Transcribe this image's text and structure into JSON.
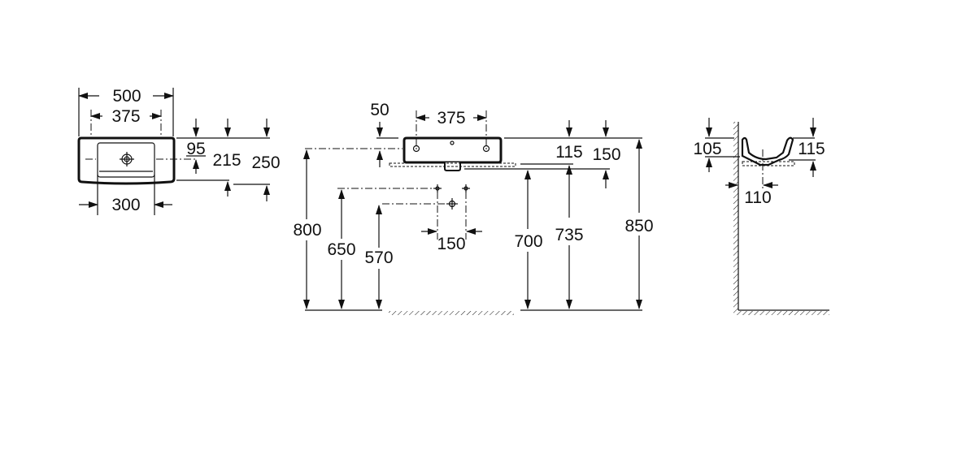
{
  "top_view": {
    "width_total": "500",
    "hole_spacing": "375",
    "basin_width": "300",
    "depth_drain": "95",
    "depth_basin": "215",
    "depth_total": "250"
  },
  "front_view": {
    "top_offset": "50",
    "hole_spacing": "375",
    "height_115": "115",
    "height_150": "150",
    "rim_height": "850",
    "counter_735": "735",
    "counter_700": "700",
    "holes_height": "800",
    "supply_height": "650",
    "waste_height": "570",
    "supply_spacing": "150"
  },
  "side_view": {
    "depth_105": "105",
    "depth_115": "115",
    "drain_offset": "110"
  }
}
